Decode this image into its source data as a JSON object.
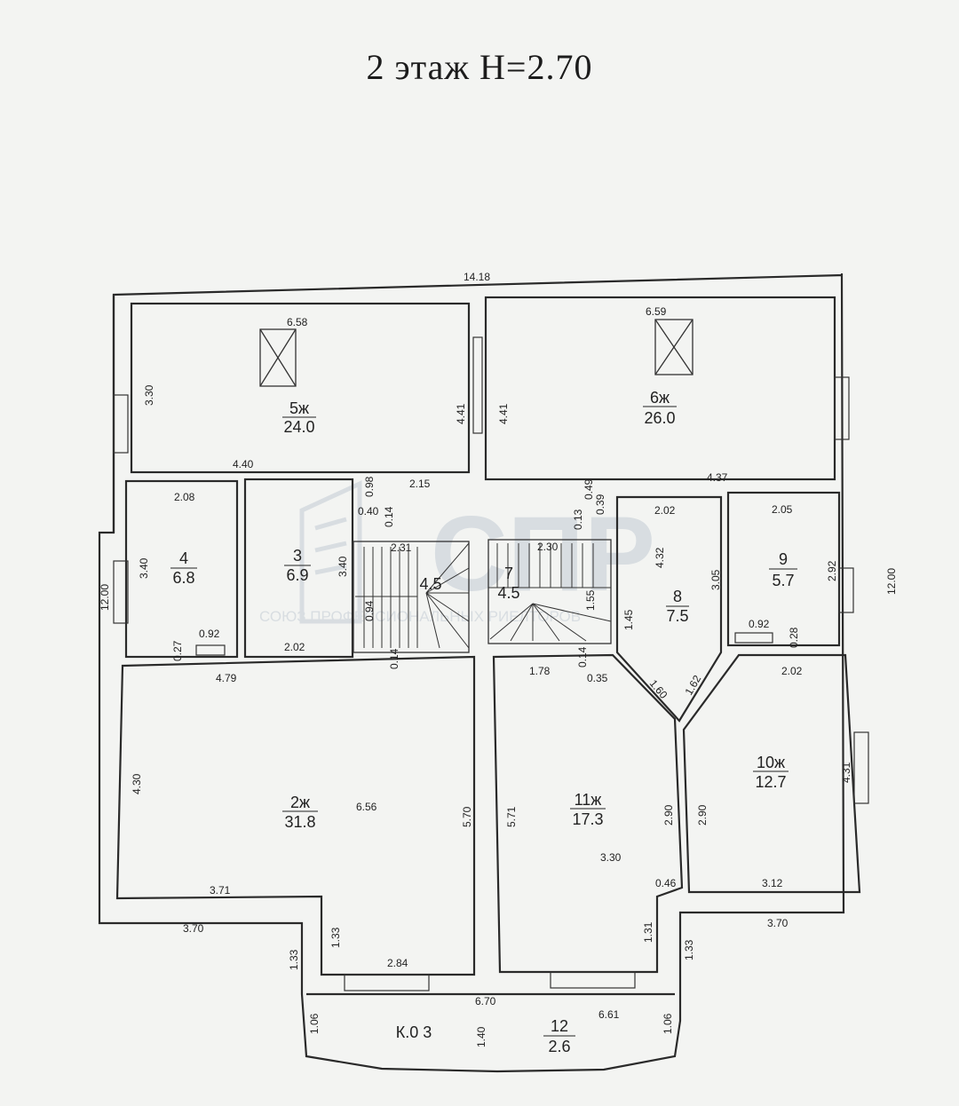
{
  "title": "2 этаж  Н=2.70",
  "watermark": {
    "brand": "СПР",
    "text": "СОЮЗ ПРОФЕССИОНАЛЬНЫХ РИЕЛТОРОВ",
    "color": "#cfd6dc"
  },
  "marker": "К.0 3",
  "rooms": [
    {
      "id": "5",
      "num": "5ж",
      "area": "24.0"
    },
    {
      "id": "6",
      "num": "6ж",
      "area": "26.0"
    },
    {
      "id": "4",
      "num": "4",
      "area": "6.8"
    },
    {
      "id": "3",
      "num": "3",
      "area": "6.9"
    },
    {
      "id": "stairL",
      "num": "",
      "area": "4.5"
    },
    {
      "id": "stairR",
      "num": "7",
      "area": "4.5"
    },
    {
      "id": "8",
      "num": "8",
      "area": "7.5"
    },
    {
      "id": "9",
      "num": "9",
      "area": "5.7"
    },
    {
      "id": "2",
      "num": "2ж",
      "area": "31.8"
    },
    {
      "id": "11",
      "num": "11ж",
      "area": "17.3"
    },
    {
      "id": "10",
      "num": "10ж",
      "area": "12.7"
    },
    {
      "id": "12",
      "num": "12",
      "area": "2.6"
    }
  ],
  "dims": {
    "top": "14.18",
    "d658": "6.58",
    "d659": "6.59",
    "d330": "3.30",
    "d441a": "4.41",
    "d441b": "4.41",
    "d440": "4.40",
    "d098": "0.98",
    "d215": "2.15",
    "d040": "0.40",
    "d014a": "0.14",
    "d049": "0.49",
    "d013": "0.13",
    "d039": "0.39",
    "d437": "4.37",
    "d208": "2.08",
    "d340a": "3.40",
    "d340b": "3.40",
    "d202a": "2.02",
    "d432": "4.32",
    "d305": "3.05",
    "d205": "2.05",
    "d292": "2.92",
    "d231": "2.31",
    "d230": "2.30",
    "d094": "0.94",
    "d155": "1.55",
    "d027": "0.27",
    "d092a": "0.92",
    "d202b": "2.02",
    "d014b": "0.14",
    "d145": "1.45",
    "d092b": "0.92",
    "d028": "0.28",
    "d1200a": "12.00",
    "d1200b": "12.00",
    "d479": "4.79",
    "d178": "1.78",
    "d014c": "0.14",
    "d035": "0.35",
    "d160": "1.60",
    "d162": "1.62",
    "d202c": "2.02",
    "d430": "4.30",
    "d656": "6.56",
    "d570": "5.70",
    "d571": "5.71",
    "d290a": "2.90",
    "d290b": "2.90",
    "d431": "4.31",
    "d330b": "3.30",
    "d371": "3.71",
    "d046": "0.46",
    "d312": "3.12",
    "d370a": "3.70",
    "d370b": "3.70",
    "d133a": "1.33",
    "d133b": "1.33",
    "d131": "1.31",
    "d133c": "1.33",
    "d284": "2.84",
    "d670": "6.70",
    "d661": "6.61",
    "d106a": "1.06",
    "d140": "1.40",
    "d106b": "1.06"
  }
}
